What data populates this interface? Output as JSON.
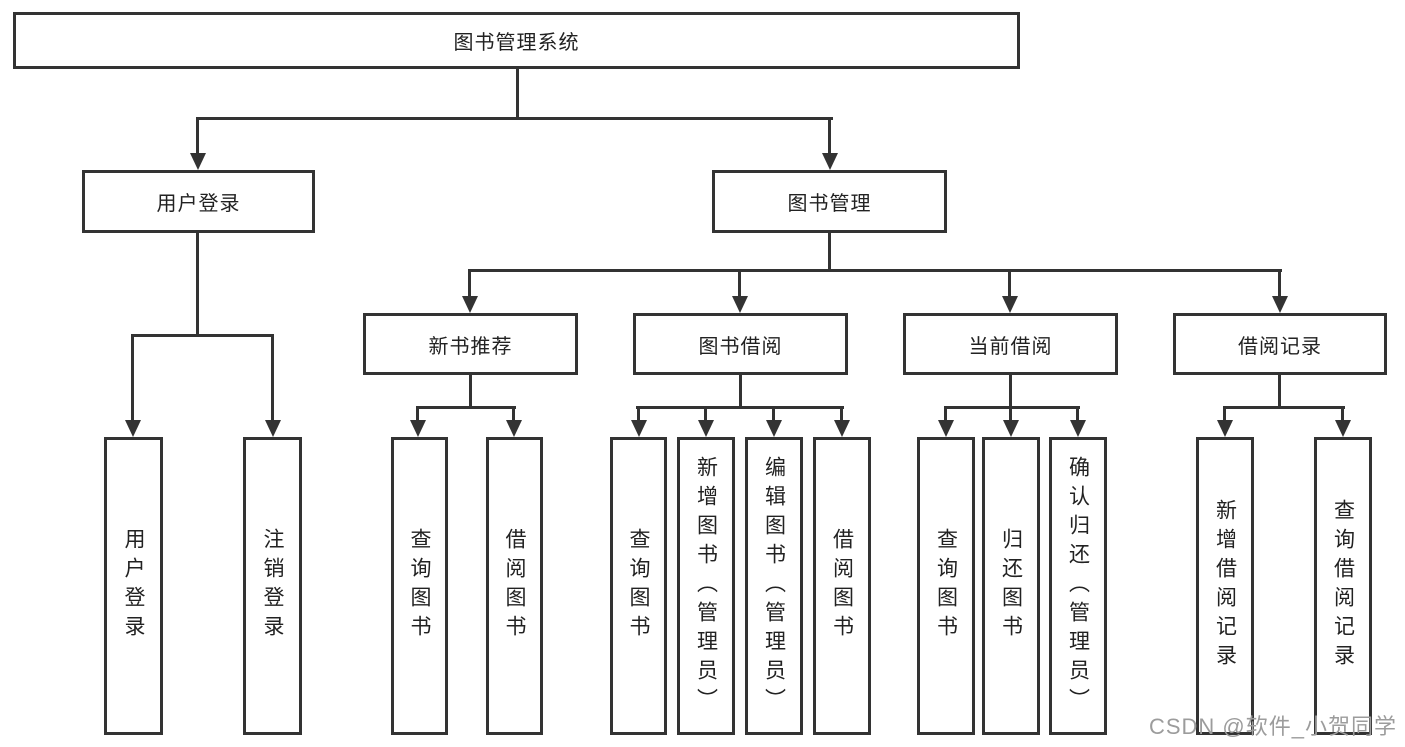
{
  "diagram": {
    "root": {
      "label": "图书管理系统"
    },
    "level2": [
      {
        "label": "用户登录"
      },
      {
        "label": "图书管理"
      }
    ],
    "level3": [
      {
        "label": "新书推荐"
      },
      {
        "label": "图书借阅"
      },
      {
        "label": "当前借阅"
      },
      {
        "label": "借阅记录"
      }
    ],
    "leaves": [
      {
        "label": "用户登录"
      },
      {
        "label": "注销登录"
      },
      {
        "label": "查询图书"
      },
      {
        "label": "借阅图书"
      },
      {
        "label": "查询图书"
      },
      {
        "label": "新增图书（管理员）"
      },
      {
        "label": "编辑图书（管理员）"
      },
      {
        "label": "借阅图书"
      },
      {
        "label": "查询图书"
      },
      {
        "label": "归还图书"
      },
      {
        "label": "确认归还（管理员）"
      },
      {
        "label": "新增借阅记录"
      },
      {
        "label": "查询借阅记录"
      }
    ]
  },
  "watermark": {
    "text": "CSDN @软件_小贺同学"
  },
  "colors": {
    "line": "#333333",
    "background": "#ffffff",
    "text": "#222222",
    "watermark": "#9c9c9c"
  }
}
